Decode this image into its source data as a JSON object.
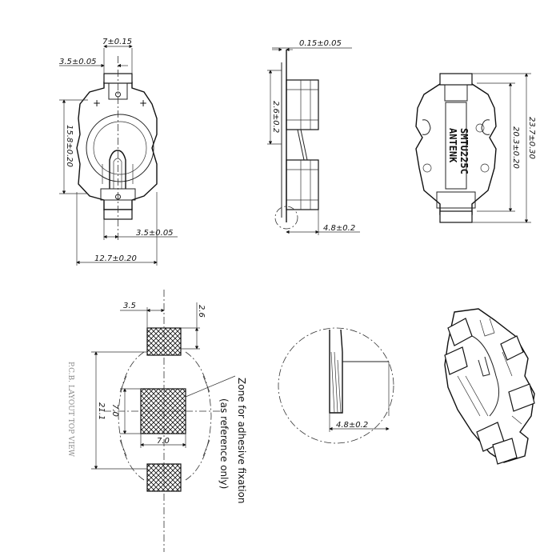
{
  "top_left_view": {
    "dim_top_width": "7±0.15",
    "dim_top_offset": "3.5±0.05",
    "dim_height": "15.8±0.20",
    "dim_bottom_offset": "3.5±0.05",
    "dim_overall_width": "12.7±0.20"
  },
  "side_view": {
    "dim_thickness": "0.15±0.05",
    "dim_contact_height": "2.6±0.2",
    "dim_depth": "4.8±0.2"
  },
  "top_right_view": {
    "brand": "ANTENK",
    "part_number": "SMTU225C",
    "dim_inner_length": "20.3±0.20",
    "dim_overall_length": "23.7±0.30"
  },
  "footprint_view": {
    "dim_pad_width": "3.5",
    "dim_pad_height": "2.6",
    "dim_zone_height": "7.0",
    "dim_zone_width": "7.0",
    "dim_pad_span": "21.1",
    "faint_label": "P.C.B. LAYOUT TOP VIEW",
    "adhesive_note_line1": "Zone for adhesive fixation",
    "adhesive_note_line2": "(as reference only)"
  },
  "detail_view": {
    "dim_depth": "4.8±0.2"
  }
}
